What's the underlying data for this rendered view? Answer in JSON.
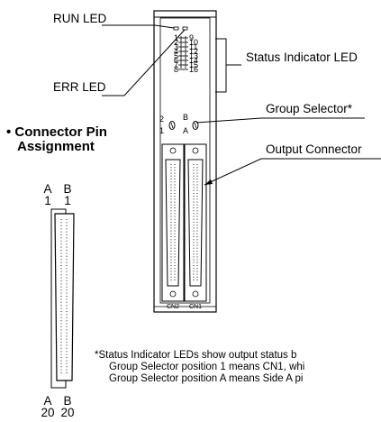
{
  "labels": {
    "run_led": "RUN LED",
    "err_led": "ERR LED",
    "status_led": "Status Indicator LED",
    "group_selector": "Group Selector*",
    "output_connector": "Output Connector"
  },
  "pin_heading": {
    "line1": "• Connector Pin",
    "line2": "Assignment"
  },
  "pins": {
    "top_left_letter": "A",
    "top_left_num": "1",
    "top_right_letter": "B",
    "top_right_num": "1",
    "bottom_left_letter": "A",
    "bottom_left_num": "20",
    "bottom_right_letter": "B",
    "bottom_right_num": "20"
  },
  "led_numbers_left": [
    "1",
    "2",
    "3",
    "4",
    "5",
    "6",
    "7",
    "8"
  ],
  "led_numbers_right": [
    "9",
    "10",
    "11",
    "12",
    "13",
    "14",
    "15",
    "16"
  ],
  "selector_marks": {
    "s1_top": "2",
    "s1_bottom": "1",
    "s2_top": "B",
    "s2_bottom": "A"
  },
  "connector_labels": {
    "left": "CN2",
    "right": "CN1"
  },
  "note": {
    "line1": "*Status Indicator LEDs show output status b",
    "line2": "Group Selector position 1 means CN1, whi",
    "line3": "Group Selector position A means Side A pi"
  }
}
